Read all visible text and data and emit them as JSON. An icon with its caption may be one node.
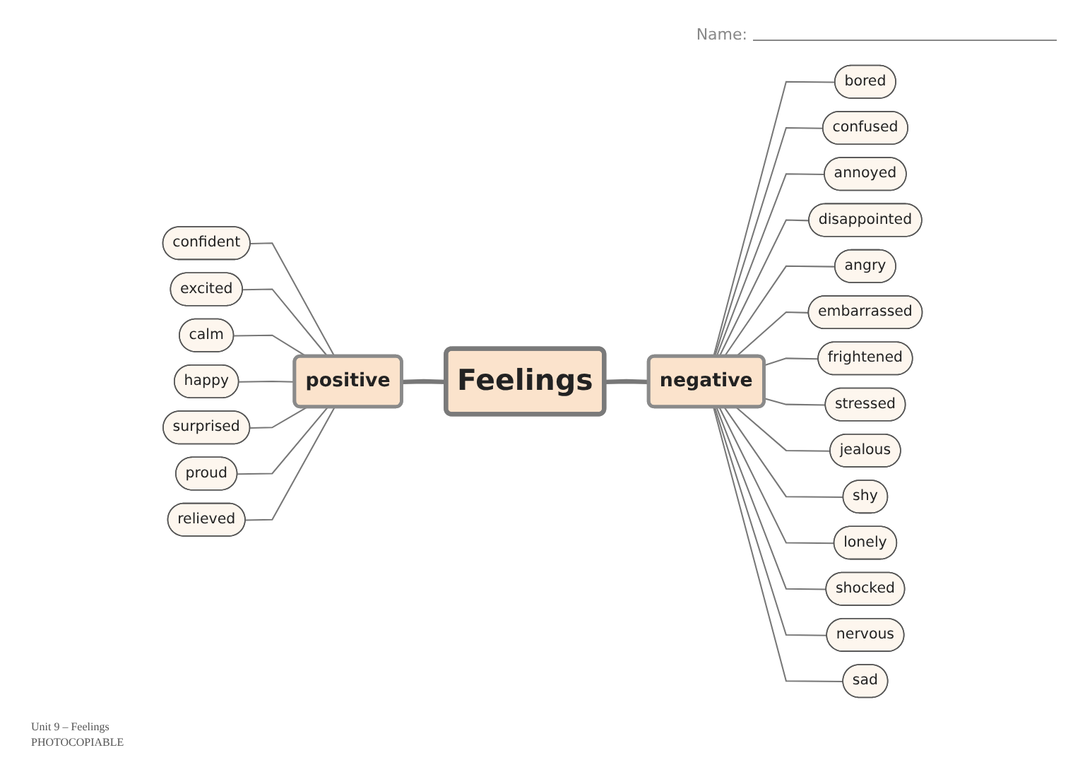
{
  "diagram": {
    "nodes": [
      {
        "text": [
          "Feelings"
        ]
      },
      {
        "text": [
          "positive"
        ]
      },
      {
        "text": [
          "negative"
        ]
      },
      {
        "text": [
          "confident"
        ]
      },
      {
        "text": [
          "excited"
        ]
      },
      {
        "text": [
          "calm"
        ]
      },
      {
        "text": [
          "happy"
        ]
      },
      {
        "text": [
          "surprised"
        ]
      },
      {
        "text": [
          "proud"
        ]
      },
      {
        "text": [
          "relieved"
        ]
      },
      {
        "text": [
          "bored"
        ]
      },
      {
        "text": [
          "confused"
        ]
      },
      {
        "text": [
          "annoyed"
        ]
      },
      {
        "text": [
          "disappointed"
        ]
      },
      {
        "text": [
          "angry"
        ]
      },
      {
        "text": [
          "embarrassed"
        ]
      },
      {
        "text": [
          "frightened"
        ]
      },
      {
        "text": [
          "stressed"
        ]
      },
      {
        "text": [
          "jealous"
        ]
      },
      {
        "text": [
          "shy"
        ]
      },
      {
        "text": [
          "lonely"
        ]
      },
      {
        "text": [
          "shocked"
        ]
      },
      {
        "text": [
          "nervous"
        ]
      },
      {
        "text": [
          "sad"
        ]
      }
    ],
    "edges": [
      {
        "from": 1,
        "to": 0,
        "arrow": "none",
        "style": "thick"
      },
      {
        "from": 0,
        "to": 2,
        "arrow": "none",
        "style": "thick"
      },
      {
        "from": 3,
        "to": 1,
        "arrow": "none"
      },
      {
        "from": 4,
        "to": 1,
        "arrow": "none"
      },
      {
        "from": 5,
        "to": 1,
        "arrow": "none"
      },
      {
        "from": 6,
        "to": 1,
        "arrow": "none"
      },
      {
        "from": 7,
        "to": 1,
        "arrow": "none"
      },
      {
        "from": 8,
        "to": 1,
        "arrow": "none"
      },
      {
        "from": 9,
        "to": 1,
        "arrow": "none"
      },
      {
        "from": 2,
        "to": 10,
        "arrow": "none"
      },
      {
        "from": 2,
        "to": 11,
        "arrow": "none"
      },
      {
        "from": 2,
        "to": 12,
        "arrow": "none"
      },
      {
        "from": 2,
        "to": 13,
        "arrow": "none"
      },
      {
        "from": 2,
        "to": 14,
        "arrow": "none"
      },
      {
        "from": 2,
        "to": 15,
        "arrow": "none"
      },
      {
        "from": 2,
        "to": 16,
        "arrow": "none"
      },
      {
        "from": 2,
        "to": 17,
        "arrow": "none"
      },
      {
        "from": 2,
        "to": 18,
        "arrow": "none"
      },
      {
        "from": 2,
        "to": 19,
        "arrow": "none"
      },
      {
        "from": 2,
        "to": 20,
        "arrow": "none"
      },
      {
        "from": 2,
        "to": 21,
        "arrow": "none"
      },
      {
        "from": 2,
        "to": 22,
        "arrow": "none"
      },
      {
        "from": 2,
        "to": 23,
        "arrow": "none"
      }
    ],
    "labels": [
      "Name:",
      "Unit 9 – Feelings",
      "PHOTOCOPIABLE"
    ]
  }
}
